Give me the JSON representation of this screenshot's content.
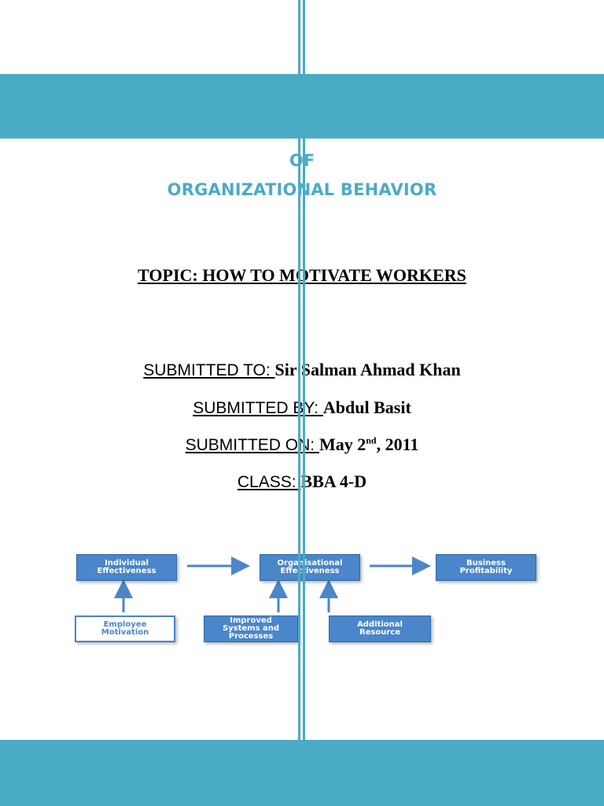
{
  "header": {
    "line1": "OF",
    "line2": "ORGANIZATIONAL BEHAVIOR"
  },
  "topic": "TOPIC: HOW TO MOTIVATE WORKERS",
  "submission": {
    "to_label": "SUBMITTED TO: ",
    "to_value": "Sir Salman Ahmad Khan",
    "by_label": "SUBMITTED BY: ",
    "by_value": "Abdul Basit",
    "on_label": "SUBMITTED ON: ",
    "on_value_prefix": "May 2",
    "on_value_sup": "nd",
    "on_value_suffix": ", 2011",
    "class_label": "CLASS: ",
    "class_value": "BBA 4-D"
  },
  "diagram": {
    "individual": "Individual\nEffectiveness",
    "organisational": "Organisational\nEffectiveness",
    "business": "Business\nProfitability",
    "employee": "Employee\nMotivation",
    "improved": "Improved\nSystems and\nProcesses",
    "additional": "Additional\nResource"
  },
  "colors": {
    "accent": "#4aabc6",
    "diagram_blue": "#4a86c9"
  }
}
